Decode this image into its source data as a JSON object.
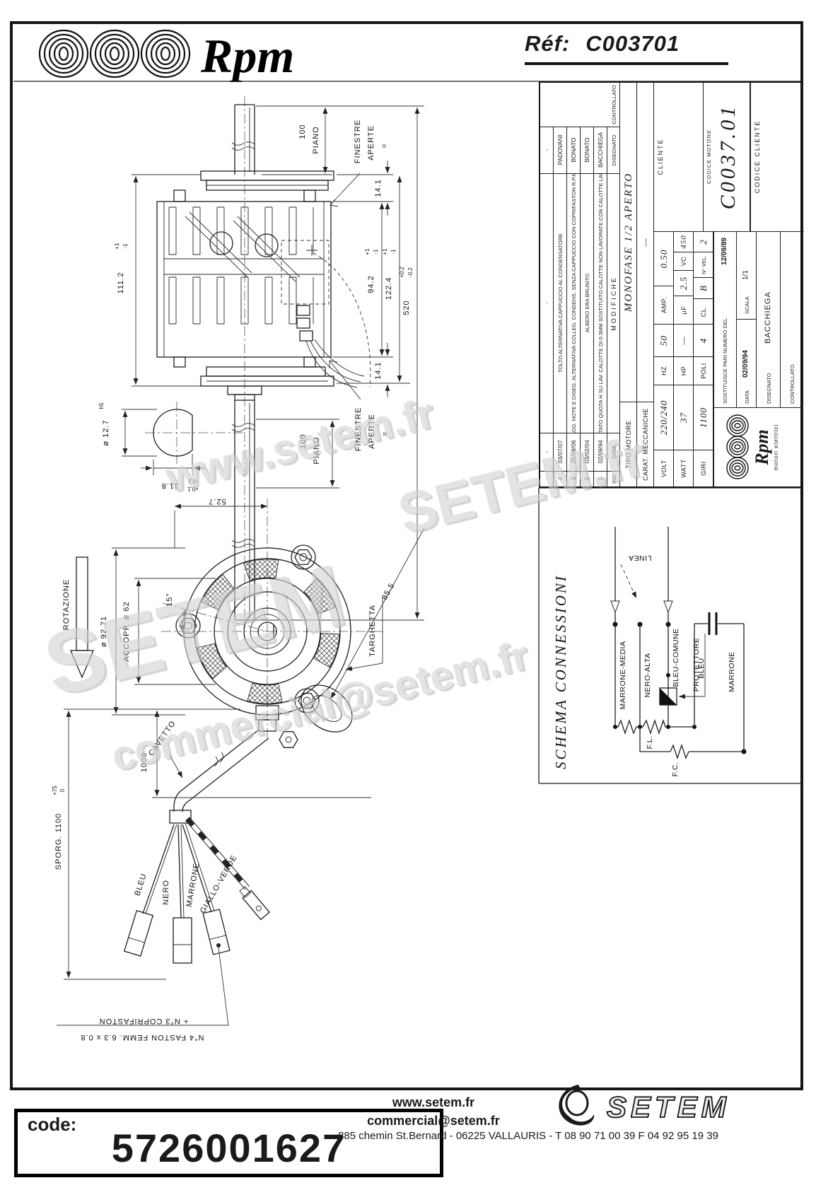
{
  "header": {
    "brand": "Rpm",
    "ref_label": "Réf:",
    "ref_value": "C003701"
  },
  "watermarks": {
    "w1": "www.setem.fr",
    "w2": "SETEM",
    "w3": "commercial@setem.fr",
    "w4": "SETEM.fr"
  },
  "drawing": {
    "dims": {
      "d100_top": "100",
      "piano_top": "PIANO",
      "finestre_top": "FINESTRE",
      "aperte_top": "APERTE",
      "eq_top": "=",
      "d141_top": "14.1",
      "d942": "94.2",
      "d942_tp": "+1",
      "d942_tm": "-1",
      "d1224": "122.4",
      "d1224_tp": "+1",
      "d1224_tm": "-1",
      "d520": "520",
      "d520_tp": "+0.2",
      "d520_tm": "-0.2",
      "d141_bot": "14.1",
      "finestre_bot": "FINESTRE",
      "aperte_bot": "APERTE",
      "eq_bot": "=",
      "d100_bot": "100",
      "piano_bot": "PIANO",
      "d1112": "111.2",
      "d1112_tp": "+1",
      "d1112_tm": "-1",
      "shaft_dia": "ø 12.7",
      "shaft_fit": "h5",
      "d118": "11.8",
      "d118_tp": "+0.1",
      "d118_tm": "-0.1",
      "d527": "52.7",
      "dia9271": "ø 92.71",
      "accopp": "ACCOPP. ø 62",
      "ang15": "15°",
      "targhetta": "TARGHETTA",
      "d855": "85.5",
      "rotazione": "ROTAZIONE",
      "cavetto": "CAVETTO",
      "sporg": "SPORG. 1100",
      "sporg_tp": "+75",
      "sporg_tm": "0",
      "d1000": "1000"
    },
    "wires": {
      "w1": "BLEU",
      "w2": "NERO",
      "w3": "MARRONE",
      "w4": "GIALLO-VERDE"
    },
    "notes": {
      "coprifaston": "+ N°3 COPRIFASTON",
      "faston": "N°4 FASTON FEMM. 6.3 x 0.8"
    }
  },
  "schema": {
    "title": "SCHEMA CONNESSIONI",
    "linea": "LINEA",
    "marrone_media": "MARRONE-MEDIA",
    "nero_alta": "NERO-ALTA",
    "bleu_comune": "BLEU-COMUNE",
    "protettore": "PROTETTORE",
    "bleu": "BLEU",
    "marrone": "MARRONE",
    "fl": "F.L.",
    "fc": "F.C."
  },
  "titleblock": {
    "history": {
      "rows": [
        {
          "ind": "-",
          "date": "-",
          "desc": "-",
          "name": "-"
        },
        {
          "ind": "4",
          "date": "03/07/07",
          "desc": "TOLTO ALTERNATIVA CAPPUCCIO AL CONDENSATORE",
          "name": "PADOVANI"
        },
        {
          "ind": "3",
          "date": "25/09/06",
          "desc": "AGG. NOTE E DISEG. ALTERNATIVA COLLEG. CONDENS. SENZA CAPPUCCIO CON COPRIFASTON R.P.M.",
          "name": "BONATO"
        },
        {
          "ind": "2",
          "date": "03/02/04",
          "desc": "ALBERO ERA BRUNITO",
          "name": "BONATO"
        },
        {
          "ind": "1",
          "date": "02/09/94",
          "desc": "AUMENTATO QUOTA H SU LAV. CALOTTE DI 0.3MM SOSTITUITO CALOTTE NON LAVORATE CON CALOTTE LAVORATE",
          "name": "BACCHIEGA"
        }
      ],
      "h_ind": "IND",
      "h_data": "DATA",
      "h_mod": "MODIFICHE",
      "h_dis": "DISEGNATO",
      "h_con": "CONTROLLATO"
    },
    "tipo_label": "TIPO MOTORE",
    "tipo_value": "MONOFASE 1/2 APERTO",
    "carat_label": "CARAT. MECCANICHE",
    "carat_value": "—",
    "specs": {
      "volt_l": "VOLT",
      "volt_v": "220/240",
      "hz_l": "HZ",
      "hz_v": "50",
      "amp_l": "AMP.",
      "amp_v": "0.50",
      "watt_l": "WATT",
      "watt_v": "37",
      "hp_l": "HP",
      "hp_v": "—",
      "uf_l": "µF",
      "uf_v": "2.5",
      "vc_l": "VC",
      "vc_v": "450",
      "giri_l": "GIRI",
      "giri_v": "1100",
      "poli_l": "POLI",
      "poli_v": "4",
      "cl_l": "CL.",
      "cl_v": "B",
      "nvel_l": "N° VEL.",
      "nvel_v": "2"
    },
    "cliente_label": "CLIENTE",
    "codice_motore_label": "CODICE MOTORE",
    "codice_motore_value": "C0037.01",
    "codice_cliente_label": "CODICE CLIENTE",
    "logo_text": "Rpm",
    "logo_sub": "motori elettrici",
    "sostituisce_label": "SOSTITUISCE PARI NUMERO DEL",
    "sostituisce_value": "12/09/89",
    "data_label": "DATA",
    "data_value": "02/09/94",
    "scala_label": "SCALA",
    "scala_value": "1/1",
    "disegnato_label": "DISEGNATO",
    "disegnato_value": "BACCHIEGA",
    "controllato_label": "CONTROLLATO"
  },
  "footer": {
    "code_label": "code:",
    "code_value": "5726001627",
    "web": "www.setem.fr",
    "email": "commercial@setem.fr",
    "address": "885 chemin St.Bernard  -  06225 VALLAURIS  -  T 08 90 71 00 39   F 04 92 95 19 39",
    "setem": "SETEM"
  }
}
